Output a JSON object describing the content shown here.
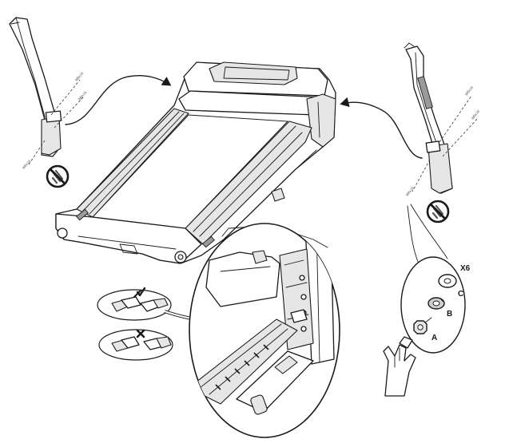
{
  "diagram": {
    "part_labels": {
      "washer_quantity": "X6",
      "washer_c": "C",
      "washer_b": "B",
      "bolt_a": "A"
    },
    "colors": {
      "line": "#1a1a1a",
      "paper": "#ffffff",
      "shade": "#e6e6e6"
    },
    "icons": [
      "no-tool-icon",
      "no-tool-icon",
      "check-mark-icon",
      "cross-mark-icon",
      "hand-icon"
    ]
  }
}
